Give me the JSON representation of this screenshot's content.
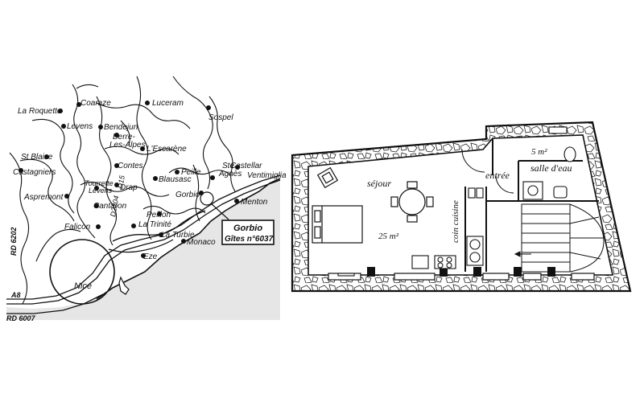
{
  "map": {
    "places": [
      {
        "id": "la-roquette",
        "name": "La Roquette"
      },
      {
        "id": "coaraze",
        "name": "Coaraze"
      },
      {
        "id": "luceram",
        "name": "Luceram"
      },
      {
        "id": "sospel",
        "name": "Sospel"
      },
      {
        "id": "levens",
        "name": "Levens"
      },
      {
        "id": "bendejun",
        "name": "Bendejun"
      },
      {
        "id": "berre",
        "name": "Berre-\nLes-Alpes"
      },
      {
        "id": "lescarene",
        "name": "L'Escarène"
      },
      {
        "id": "st-blaise",
        "name": "St Blaise"
      },
      {
        "id": "castagniers",
        "name": "Castagniers"
      },
      {
        "id": "contes",
        "name": "Contes"
      },
      {
        "id": "peille",
        "name": "Peille"
      },
      {
        "id": "ste-agnes",
        "name": "Ste\nAgnès"
      },
      {
        "id": "castellar",
        "name": "Castellar"
      },
      {
        "id": "ventimiglia",
        "name": "Ventimiglia"
      },
      {
        "id": "aspremont",
        "name": "Aspremont"
      },
      {
        "id": "tourrette",
        "name": "Tourrette\nLevens"
      },
      {
        "id": "drap",
        "name": "Drap"
      },
      {
        "id": "blausasc",
        "name": "Blausasc"
      },
      {
        "id": "gorbio",
        "name": "Gorbio"
      },
      {
        "id": "menton",
        "name": "Menton"
      },
      {
        "id": "cantaron",
        "name": "Cantaron"
      },
      {
        "id": "peillon",
        "name": "Peillon"
      },
      {
        "id": "falicon",
        "name": "Falicon"
      },
      {
        "id": "la-trinite",
        "name": "La Trinité"
      },
      {
        "id": "la-turbie",
        "name": "La Turbie"
      },
      {
        "id": "monaco",
        "name": "Monaco"
      },
      {
        "id": "eze",
        "name": "Eze"
      },
      {
        "id": "nice",
        "name": "Nice"
      }
    ],
    "roads": {
      "d15": "D15",
      "d2204": "D2204",
      "rd6202": "RD 6202",
      "a8": "A8",
      "rd6007": "RD 6007"
    },
    "callout": {
      "line1": "Gorbio",
      "line2": "Gîtes n°6037"
    },
    "sea_color": "#e6e6e6"
  },
  "plan": {
    "rooms": {
      "sejour": "séjour",
      "sejour_area": "25 m²",
      "coin_cuisine": "coin cuisine",
      "entree": "entrée",
      "salle_deau": "salle d'eau",
      "salle_area": "5 m²"
    }
  }
}
